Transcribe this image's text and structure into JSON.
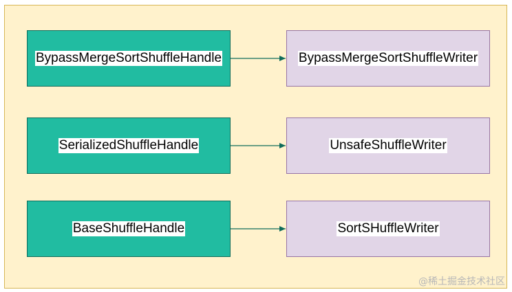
{
  "colors": {
    "panel_fill": "#fff2cc",
    "panel_stroke": "#d6b656",
    "handle_fill": "#21bca1",
    "handle_stroke": "#0e6b5a",
    "writer_fill": "#e1d5e7",
    "writer_stroke": "#9673a6",
    "arrow": "#0e6b5a"
  },
  "rows": [
    {
      "handle": "BypassMergeSortShuffleHandle",
      "writer": "BypassMergeSortShuffleWriter"
    },
    {
      "handle": "SerializedShuffleHandle",
      "writer": "UnsafeShuffleWriter"
    },
    {
      "handle": "BaseShuffleHandle",
      "writer": "SortSHuffleWriter"
    }
  ],
  "watermark": "@稀土掘金技术社区"
}
